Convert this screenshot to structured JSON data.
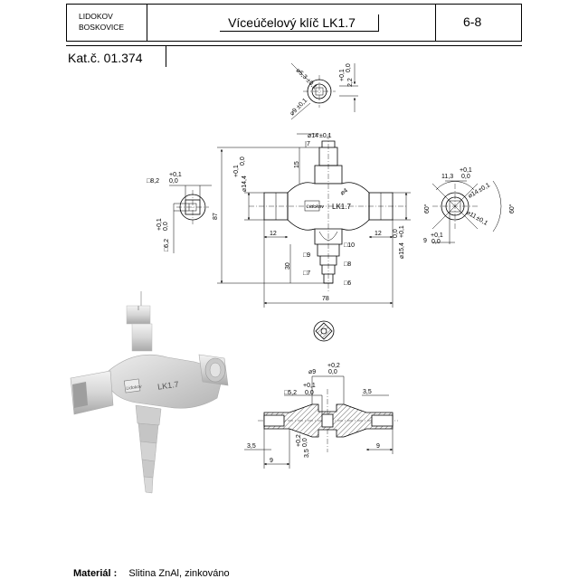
{
  "header": {
    "company_line1": "LIDOKOV",
    "company_line2": "BOSKOVICE",
    "title": "Víceúčelový klíč LK1.7",
    "sheet_code": "6-8"
  },
  "catalog_number": "Kat.č. 01.374",
  "material": {
    "label": "Materiál :",
    "value": "Slitina ZnAl, zinkováno"
  },
  "drawing": {
    "key_stamp": "LK1.7",
    "top_view": {
      "d_5_3": "⌀5,3",
      "tol_5_3": "±0,1",
      "dim_2_2": "2,2",
      "tol_2_2_up": "+0,1",
      "tol_2_2_low": "0,0",
      "d_9": "⌀9",
      "tol_9": "±0,1"
    },
    "front_view": {
      "d_14": "⌀14",
      "tol_14": "±0,1",
      "dim_7": "7",
      "dim_15": "15",
      "d_14_4": "⌀14,4",
      "tol_14_4_up": "+0,1",
      "tol_14_4_low": "0,0",
      "d_4": "⌀4",
      "dim_87": "87",
      "dim_12_left": "12",
      "dim_12_right": "12",
      "dim_30": "30",
      "dim_78": "78",
      "d_15_4": "⌀15,4",
      "tol_15_4_up": "+0,1",
      "tol_15_4_low": "0,0",
      "sq_10": "□10",
      "sq_9": "□9",
      "sq_8": "□8",
      "sq_7": "□7",
      "sq_6": "□6"
    },
    "left_view": {
      "sq_8_2": "□8,2",
      "tol_8_2_up": "+0,1",
      "tol_8_2_low": "0,0",
      "sq_6_2": "□6,2",
      "tol_6_2_up": "+0,1",
      "tol_6_2_low": "0,0"
    },
    "right_view": {
      "dim_11_3": "11,3",
      "tol_11_3_up": "+0,1",
      "tol_11_3_low": "0,0",
      "d_14": "⌀14",
      "tol_14": "±0,1",
      "d_11": "⌀11",
      "tol_11": "±0,1",
      "angle_60_left": "60°",
      "angle_60_right": "60°",
      "dim_9": "9",
      "tol_9_up": "+0,1",
      "tol_9_low": "0,0"
    },
    "section_view": {
      "d_9": "⌀9",
      "tol_9_up": "+0,2",
      "tol_9_low": "0,0",
      "sq_5_2": "□5,2",
      "tol_5_2_up": "+0,1",
      "tol_5_2_low": "0,0",
      "dim_3_5_right": "3,5",
      "dim_3_5_left": "3,5",
      "dim_3_5_mid": "3,5",
      "tol_3_5_up": "+0,2",
      "tol_3_5_low": "0,0",
      "dim_9_left": "9",
      "dim_9_right": "9"
    }
  },
  "colors": {
    "line": "#000000",
    "render_light": "#e3e3e3",
    "render_mid": "#c9c9c9",
    "render_dark": "#9e9e9e",
    "paper": "#ffffff"
  }
}
